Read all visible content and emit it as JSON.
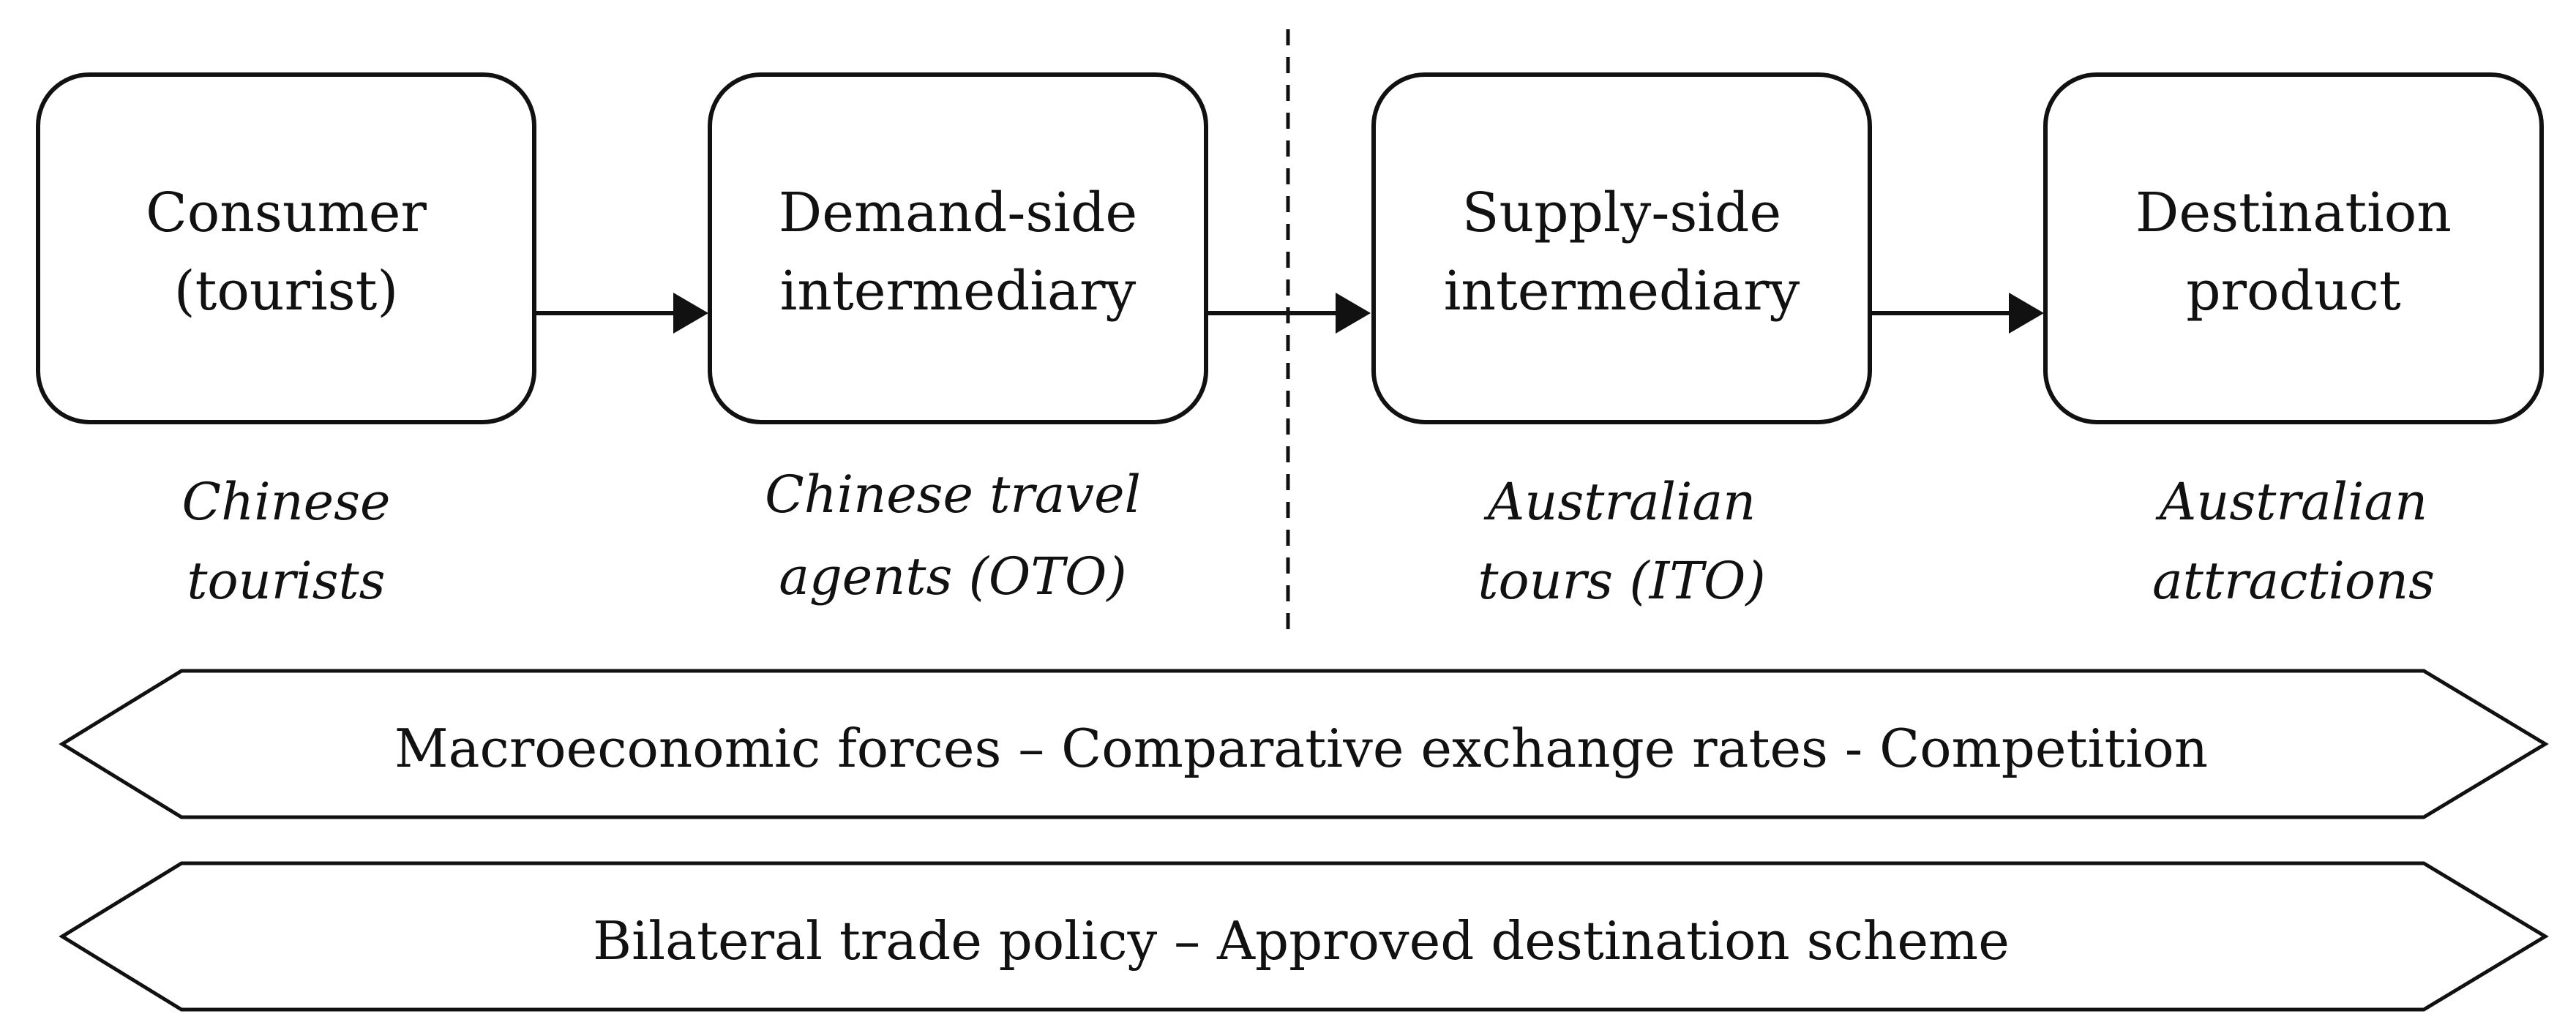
{
  "boxes": [
    {
      "line1": "Consumer",
      "line2": "(tourist)"
    },
    {
      "line1": "Demand-side",
      "line2": "intermediary"
    },
    {
      "line1": "Supply-side",
      "line2": "intermediary"
    },
    {
      "line1": "Destination",
      "line2": "product"
    }
  ],
  "captions": [
    {
      "line1": "Chinese",
      "line2": "tourists"
    },
    {
      "line1": "Chinese travel",
      "line2": "agents (OTO)"
    },
    {
      "line1": "Australian",
      "line2": "tours (ITO)"
    },
    {
      "line1": "Australian",
      "line2": "attractions"
    }
  ],
  "bands": [
    {
      "label": "Macroeconomic forces – Comparative exchange rates - Competition"
    },
    {
      "label": "Bilateral trade policy – Approved destination scheme"
    }
  ]
}
